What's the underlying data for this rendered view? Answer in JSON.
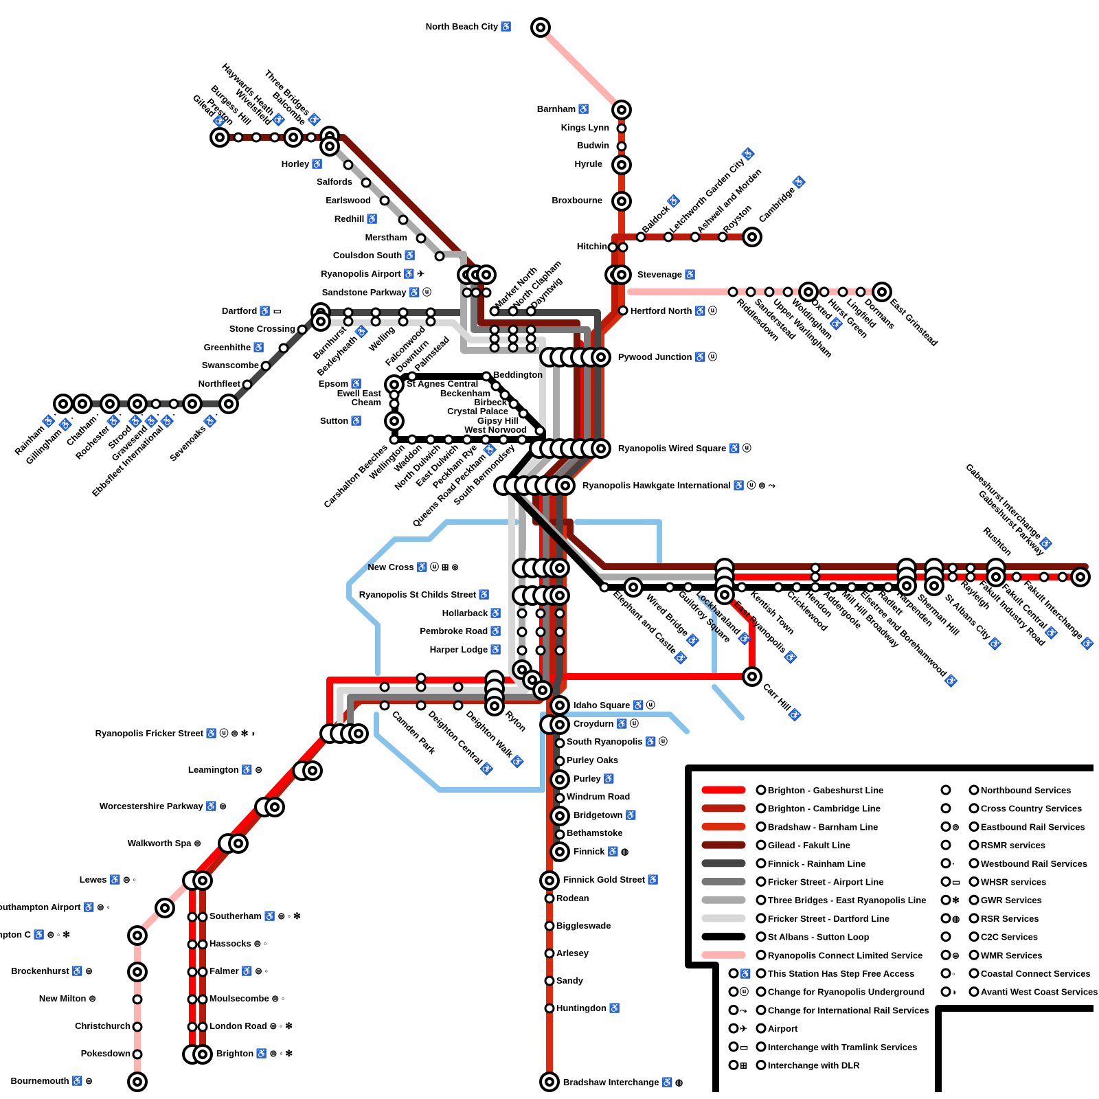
{
  "colors": {
    "brighton_gabeshurst": "#ff0000",
    "brighton_cambridge": "#bb1a0a",
    "bradshaw_barnham": "#dd2a0c",
    "gilead_fakult": "#7a1208",
    "finnick_rainham": "#444444",
    "fricker_airport": "#777777",
    "three_bridges_east": "#aaaaaa",
    "fricker_dartford": "#d8d8d8",
    "st_albans_sutton": "#000000",
    "ryanopolis_connect": "#ffb3b0",
    "underground_river": "#86c2ea"
  },
  "stations": [
    {
      "name": "North Beach City",
      "sym": "♿"
    },
    {
      "name": "Barnham",
      "sym": "♿"
    },
    {
      "name": "Kings Lynn",
      "sym": ""
    },
    {
      "name": "Budwin",
      "sym": ""
    },
    {
      "name": "Hyrule",
      "sym": ""
    },
    {
      "name": "Broxbourne",
      "sym": ""
    },
    {
      "name": "Hitchin",
      "sym": ""
    },
    {
      "name": "Stevenage",
      "sym": "♿"
    },
    {
      "name": "Hertford North",
      "sym": "♿ ⓤ"
    },
    {
      "name": "Pywood Junction",
      "sym": "♿ ⓤ"
    },
    {
      "name": "Ryanopolis Wired Square",
      "sym": "♿ ⓤ"
    },
    {
      "name": "Ryanopolis Hawkgate International",
      "sym": "♿ ⓤ ⊜ ⤳"
    },
    {
      "name": "Horley",
      "sym": "♿"
    },
    {
      "name": "Salfords",
      "sym": ""
    },
    {
      "name": "Earlswood",
      "sym": ""
    },
    {
      "name": "Redhill",
      "sym": "♿"
    },
    {
      "name": "Merstham",
      "sym": ""
    },
    {
      "name": "Coulsdon South",
      "sym": "♿"
    },
    {
      "name": "Ryanopolis Airport",
      "sym": "♿ ✈"
    },
    {
      "name": "Sandstone Parkway",
      "sym": "♿ ⓤ"
    },
    {
      "name": "Dartford",
      "sym": "♿ ▭"
    },
    {
      "name": "Stone Crossing",
      "sym": ""
    },
    {
      "name": "Greenhithe",
      "sym": "♿"
    },
    {
      "name": "Swanscombe",
      "sym": ""
    },
    {
      "name": "Northfleet",
      "sym": ""
    },
    {
      "name": "Epsom",
      "sym": "♿"
    },
    {
      "name": "Ewell East",
      "sym": ""
    },
    {
      "name": "Cheam",
      "sym": ""
    },
    {
      "name": "Sutton",
      "sym": "♿"
    },
    {
      "name": "Beddington",
      "sym": ""
    },
    {
      "name": "St Agnes Central",
      "sym": ""
    },
    {
      "name": "Beckenham",
      "sym": ""
    },
    {
      "name": "Birbeck",
      "sym": ""
    },
    {
      "name": "Crystal Palace",
      "sym": ""
    },
    {
      "name": "Gipsy Hill",
      "sym": ""
    },
    {
      "name": "West Norwood",
      "sym": ""
    },
    {
      "name": "New Cross",
      "sym": "♿ ⓤ ⊞ ⊚"
    },
    {
      "name": "Ryanopolis St Childs Street",
      "sym": "♿"
    },
    {
      "name": "Hollarback",
      "sym": "♿"
    },
    {
      "name": "Pembroke Road",
      "sym": "♿"
    },
    {
      "name": "Harper Lodge",
      "sym": "♿"
    },
    {
      "name": "Idaho Square",
      "sym": "♿ ⓤ"
    },
    {
      "name": "Croydurn",
      "sym": "♿ ⓤ"
    },
    {
      "name": "South Ryanopolis",
      "sym": "♿ ⓤ"
    },
    {
      "name": "Purley Oaks",
      "sym": ""
    },
    {
      "name": "Purley",
      "sym": "♿"
    },
    {
      "name": "Windrum Road",
      "sym": ""
    },
    {
      "name": "Bridgetown",
      "sym": "♿"
    },
    {
      "name": "Bethamstoke",
      "sym": ""
    },
    {
      "name": "Finnick",
      "sym": "♿ ◍"
    },
    {
      "name": "Finnick Gold Street",
      "sym": "♿"
    },
    {
      "name": "Rodean",
      "sym": ""
    },
    {
      "name": "Biggleswade",
      "sym": ""
    },
    {
      "name": "Arlesey",
      "sym": ""
    },
    {
      "name": "Sandy",
      "sym": ""
    },
    {
      "name": "Huntingdon",
      "sym": "♿"
    },
    {
      "name": "Bradshaw Interchange",
      "sym": "♿ ◍"
    },
    {
      "name": "Ryanopolis Fricker Street",
      "sym": "♿ ⓤ ⊜ ✻ ◗"
    },
    {
      "name": "Leamington",
      "sym": "♿ ⊜"
    },
    {
      "name": "Worcestershire Parkway",
      "sym": "♿ ⊜"
    },
    {
      "name": "Walkworth Spa",
      "sym": "⊜"
    },
    {
      "name": "Lewes",
      "sym": "♿ ⊜ ◦"
    },
    {
      "name": "Southampton Airport",
      "sym": "♿ ⊜ ◦"
    },
    {
      "name": "Southampton C",
      "sym": "♿ ⊜ ◦ ✻"
    },
    {
      "name": "Brockenhurst",
      "sym": "♿ ⊜"
    },
    {
      "name": "New Milton",
      "sym": "⊜"
    },
    {
      "name": "Christchurch",
      "sym": ""
    },
    {
      "name": "Pokesdown",
      "sym": ""
    },
    {
      "name": "Bournemouth",
      "sym": "♿ ⊜"
    },
    {
      "name": "Southerham",
      "sym": "♿ ⊜ ◦ ✻"
    },
    {
      "name": "Hassocks",
      "sym": "⊜ ◦"
    },
    {
      "name": "Falmer",
      "sym": "♿ ⊜ ◦"
    },
    {
      "name": "Moulsecombe",
      "sym": "⊜ ◦"
    },
    {
      "name": "London Road",
      "sym": "⊜ ◦ ✻"
    },
    {
      "name": "Brighton",
      "sym": "♿ ⊜ ◦ ✻"
    }
  ],
  "rotated_labels": [
    {
      "name": "Gilead ♿"
    },
    {
      "name": "Preston"
    },
    {
      "name": "Burgess Hill"
    },
    {
      "name": "Wivelsfield"
    },
    {
      "name": "Haywards Heath ♿"
    },
    {
      "name": "Balcombe"
    },
    {
      "name": "Three Bridges ♿"
    },
    {
      "name": "Baldock ♿"
    },
    {
      "name": "Letchworth Garden City ♿"
    },
    {
      "name": "Ashwell and Morden"
    },
    {
      "name": "Royston"
    },
    {
      "name": "Cambridge ♿"
    },
    {
      "name": "Market North"
    },
    {
      "name": "North Clapham"
    },
    {
      "name": "Dayntwig"
    },
    {
      "name": "Barnhurst"
    },
    {
      "name": "Bexleyheath ♿"
    },
    {
      "name": "Welling"
    },
    {
      "name": "Falconwood"
    },
    {
      "name": "Downturn"
    },
    {
      "name": "Palmstead"
    },
    {
      "name": "Riddlesdown"
    },
    {
      "name": "Sanderstead"
    },
    {
      "name": "Upper Warlingham"
    },
    {
      "name": "Woldingham"
    },
    {
      "name": "Oxted ♿"
    },
    {
      "name": "Hurst Green"
    },
    {
      "name": "Lingfield"
    },
    {
      "name": "Dormans"
    },
    {
      "name": "East Grinstead"
    },
    {
      "name": "Rainham ♿ ·"
    },
    {
      "name": "Gillingham ♿ ·"
    },
    {
      "name": "Chatham ·"
    },
    {
      "name": "Rochester ♿ ·"
    },
    {
      "name": "Strood ♿ ·"
    },
    {
      "name": "Gravesend ♿ ·"
    },
    {
      "name": "Ebbsfleet International ♿ ·"
    },
    {
      "name": "Sevenoaks ♿ ·"
    },
    {
      "name": "Carshalton Beeches"
    },
    {
      "name": "Wellington"
    },
    {
      "name": "Waddon"
    },
    {
      "name": "North Dulwich"
    },
    {
      "name": "East Dulwich"
    },
    {
      "name": "Peckham Rye"
    },
    {
      "name": "Queens Road Peckham ♿"
    },
    {
      "name": "South Bermondsey"
    },
    {
      "name": "Elephant and Castle ♿"
    },
    {
      "name": "Wired Bridge ♿"
    },
    {
      "name": "Guildroy Square"
    },
    {
      "name": "Lockharaland ♿"
    },
    {
      "name": "East Ryanopolis ♿"
    },
    {
      "name": "Kentish Town"
    },
    {
      "name": "Cricklewood"
    },
    {
      "name": "Hendon"
    },
    {
      "name": "Addergoole"
    },
    {
      "name": "Mill Hill Broadway"
    },
    {
      "name": "Elsetree and Borehamwood ♿"
    },
    {
      "name": "Radlett"
    },
    {
      "name": "Harpenden"
    },
    {
      "name": "Sherman Hill"
    },
    {
      "name": "St Albans City ♿"
    },
    {
      "name": "Rayleigh"
    },
    {
      "name": "Fakult Industry Road"
    },
    {
      "name": "Fakult Central ♿"
    },
    {
      "name": "Fakult Interchange ♿"
    },
    {
      "name": "Rushton"
    },
    {
      "name": "Gabeshurst Parkway"
    },
    {
      "name": "Gabeshurst Interchange ♿"
    },
    {
      "name": "Carr Hill ♿"
    },
    {
      "name": "Camden Park"
    },
    {
      "name": "Deighton Central ♿"
    },
    {
      "name": "Deighton Walk ♿"
    },
    {
      "name": "Ryton"
    }
  ],
  "legend": {
    "lines": [
      "Brighton - Gabeshurst Line",
      "Brighton - Cambridge Line",
      "Bradshaw - Barnham Line",
      "Gilead - Fakult Line",
      "Finnick - Rainham Line",
      "Fricker Street - Airport Line",
      "Three Bridges - East Ryanopolis Line",
      "Fricker Street - Dartford Line",
      "St Albans - Sutton Loop",
      "Ryanopolis Connect Limited Service"
    ],
    "symbols": [
      "This Station Has Step Free Access",
      "Change for Ryanopolis Underground",
      "Change for International Rail Services",
      "Airport",
      "Interchange with Tramlink Services",
      "Interchange with DLR"
    ],
    "operators": [
      "Northbound Services",
      "Cross Country Services",
      "Eastbound Rail Services",
      "RSMR services",
      "Westbound Rail Services",
      "WHSR services",
      "GWR Services",
      "RSR Services",
      "C2C Services",
      "WMR Services",
      "Coastal Connect Services",
      "Avanti West Coast Services"
    ]
  }
}
